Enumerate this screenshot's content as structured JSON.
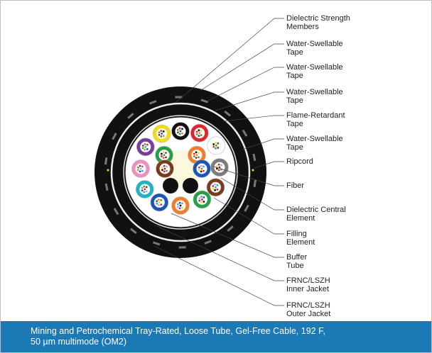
{
  "labels": [
    {
      "lines": [
        "Dielectric Strength",
        "Members"
      ]
    },
    {
      "lines": [
        "Water-Swellable",
        "Tape"
      ]
    },
    {
      "lines": [
        "Water-Swellable",
        "Tape"
      ]
    },
    {
      "lines": [
        "Water-Swellable",
        "Tape"
      ]
    },
    {
      "lines": [
        "Flame-Retardant",
        "Tape"
      ]
    },
    {
      "lines": [
        "Water-Swellable",
        "Tape"
      ]
    },
    {
      "lines": [
        "Ripcord"
      ]
    },
    {
      "lines": [
        "Fiber"
      ]
    },
    {
      "lines": [
        "Dielectric Central",
        "Element"
      ]
    },
    {
      "lines": [
        "Filling",
        "Element"
      ]
    },
    {
      "lines": [
        "Buffer",
        "Tube"
      ]
    },
    {
      "lines": [
        "FRNC/LSZH",
        "Inner Jacket"
      ]
    },
    {
      "lines": [
        "FRNC/LSZH",
        "Outer Jacket"
      ]
    }
  ],
  "caption": {
    "line1": "Mining and Petrochemical Tray-Rated, Loose Tube, Gel-Free Cable, 192 F,",
    "line2": "50 µm multimode (OM2)"
  },
  "colors": {
    "jacket": "#111111",
    "caption_bg": "#1b79b5",
    "tube_colors": [
      "blue",
      "orange",
      "green",
      "brown",
      "slate",
      "white",
      "red",
      "black",
      "yellow",
      "violet",
      "rose",
      "aqua"
    ]
  }
}
